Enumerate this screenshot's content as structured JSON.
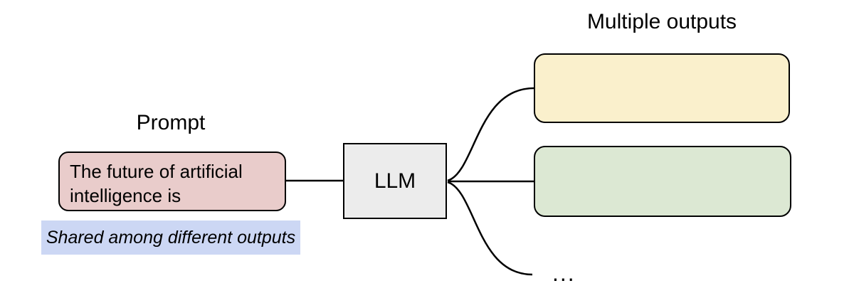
{
  "diagram": {
    "prompt": {
      "title": "Prompt",
      "lines": [
        "The future of artificial",
        "intelligence is"
      ],
      "note": "Shared among different outputs",
      "fill": "#e9cccb",
      "note_fill": "#ccd7f4"
    },
    "model": {
      "label": "LLM",
      "fill": "#ececec"
    },
    "outputs": {
      "title": "Multiple outputs",
      "items": [
        {
          "fill": "#faf0cc"
        },
        {
          "fill": "#dce8d3"
        }
      ],
      "more": "..."
    },
    "stroke": "#000000",
    "background": "#ffffff"
  }
}
